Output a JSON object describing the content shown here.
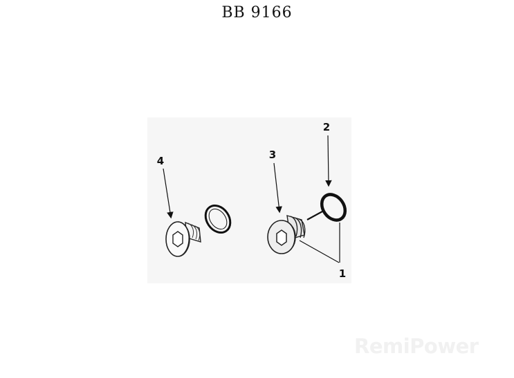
{
  "title": "BB 9166",
  "diagram": {
    "callouts": {
      "c1": "1",
      "c2": "2",
      "c3": "3",
      "c4": "4"
    }
  },
  "watermark": "RemiPower"
}
